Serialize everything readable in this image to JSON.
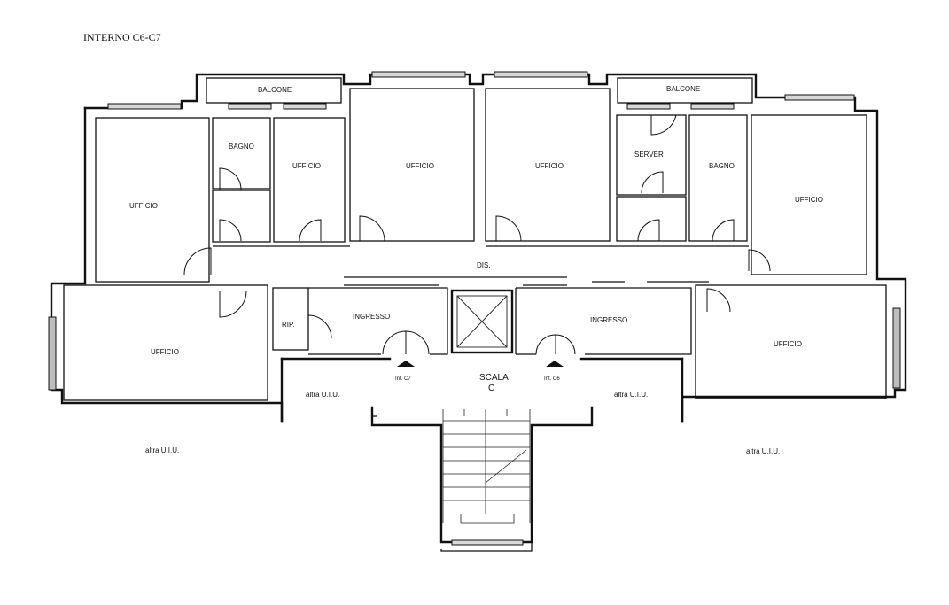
{
  "title": "INTERNO C6-C7",
  "rooms": {
    "balcone_left": "BALCONE",
    "balcone_right": "BALCONE",
    "bagno_left": "BAGNO",
    "bagno_right": "BAGNO",
    "ufficio_far_left": "UFFICIO",
    "ufficio_left_small": "UFFICIO",
    "ufficio_center_left": "UFFICIO",
    "ufficio_center_right": "UFFICIO",
    "ufficio_far_right": "UFFICIO",
    "ufficio_bottom_left": "UFFICIO",
    "ufficio_bottom_right": "UFFICIO",
    "server": "SERVER",
    "dis": "DIS.",
    "rip": "RIP.",
    "ingresso_left": "INGRESSO",
    "ingresso_right": "INGRESSO"
  },
  "stair": {
    "label": "SCALA",
    "letter": "C"
  },
  "entrances": {
    "left": "Int. C7",
    "right": "Int. C6"
  },
  "other_units": {
    "a": "altra U.I.U.",
    "b": "altra U.I.U.",
    "c": "altra U.I.U.",
    "d": "altra U.I.U."
  }
}
